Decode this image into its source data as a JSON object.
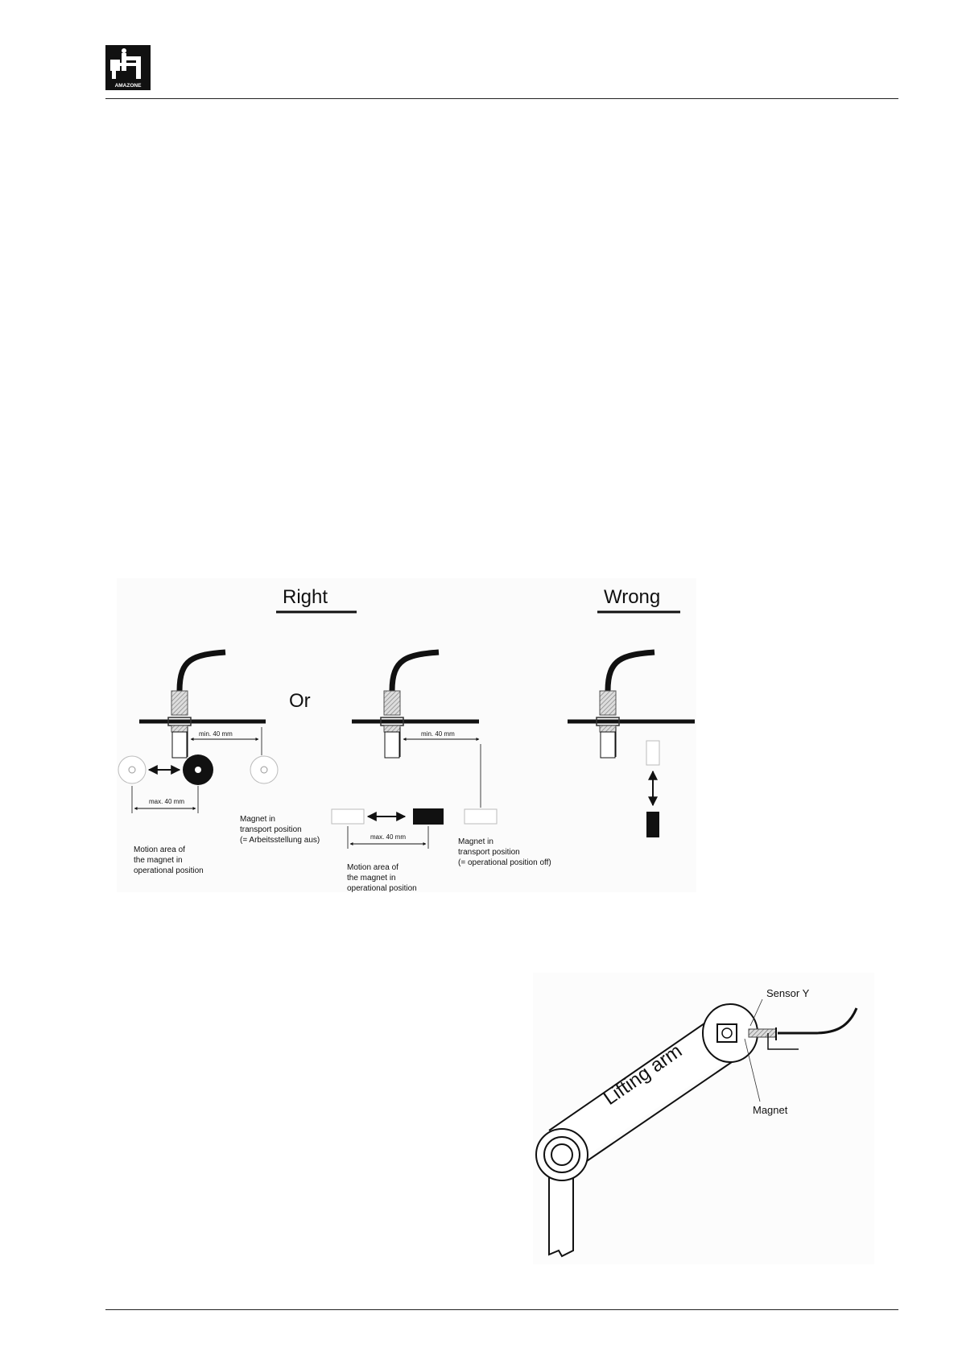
{
  "header": {
    "logo_text": "AMAZONE"
  },
  "figure_right_wrong": {
    "right_label": "Right",
    "wrong_label": "Wrong",
    "or_label": "Or",
    "min_distance_label": "min. 40 mm",
    "max_distance_label": "max. 40 mm",
    "panel1": {
      "transport_caption": [
        "Magnet in",
        "transport position",
        "(= Arbeitsstellung aus)"
      ],
      "motion_caption": [
        "Motion area of",
        " the magnet in",
        "operational position"
      ]
    },
    "panel2": {
      "transport_caption": [
        "Magnet in",
        "transport position",
        "(= operational position off)"
      ],
      "motion_caption": [
        "Motion area of",
        " the magnet in",
        "operational position"
      ]
    }
  },
  "figure_lifting_arm": {
    "arm_label": "Lifting arm",
    "sensor_label": "Sensor Y",
    "magnet_label": "Magnet"
  }
}
